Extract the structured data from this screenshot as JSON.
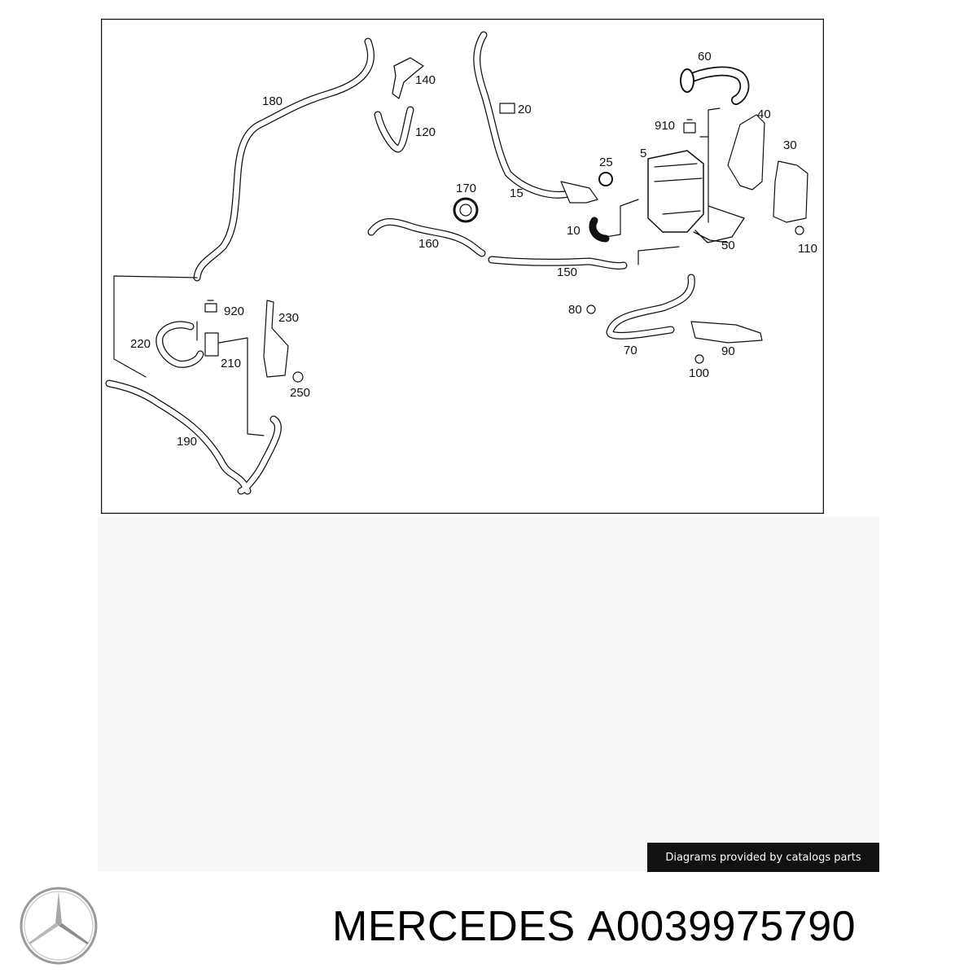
{
  "diagram": {
    "callouts": [
      "180",
      "140",
      "20",
      "120",
      "60",
      "40",
      "910",
      "5",
      "25",
      "30",
      "170",
      "15",
      "10",
      "160",
      "50",
      "110",
      "150",
      "920",
      "230",
      "80",
      "220",
      "210",
      "70",
      "90",
      "250",
      "100",
      "190"
    ]
  },
  "credit_text": "Diagrams provided by catalogs parts",
  "footer": {
    "brand": "MERCEDES",
    "part_number": "A0039975790"
  },
  "icons": {
    "brand_logo": "mercedes-star-icon"
  },
  "colors": {
    "line": "#111111",
    "credit_bg": "#111111",
    "credit_text": "#ffffff"
  }
}
